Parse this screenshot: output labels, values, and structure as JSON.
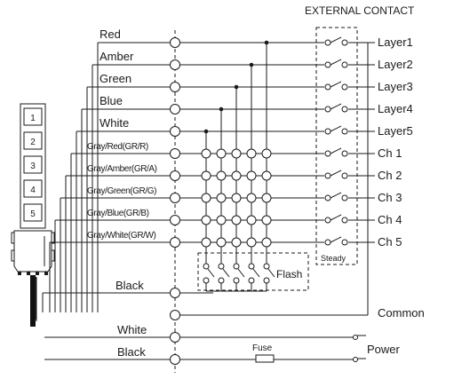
{
  "title": "EXTERNAL CONTACT",
  "wires": [
    {
      "label": "Red",
      "output": "Layer1"
    },
    {
      "label": "Amber",
      "output": "Layer2"
    },
    {
      "label": "Green",
      "output": "Layer3"
    },
    {
      "label": "Blue",
      "output": "Layer4"
    },
    {
      "label": "White",
      "output": "Layer5"
    },
    {
      "label": "Gray/Red(GR/R)",
      "output": "Ch 1"
    },
    {
      "label": "Gray/Amber(GR/A)",
      "output": "Ch 2"
    },
    {
      "label": "Gray/Green(GR/G)",
      "output": "Ch 3"
    },
    {
      "label": "Gray/Blue(GR/B)",
      "output": "Ch 4"
    },
    {
      "label": "Gray/White(GR/W)",
      "output": "Ch 5"
    }
  ],
  "black_label": "Black",
  "common_label": "Common",
  "power_wires": [
    "White",
    "Black"
  ],
  "power_label": "Power",
  "fuse_label": "Fuse",
  "flash_label": "Flash",
  "steady_label": "Steady",
  "tower_layers": [
    "1",
    "2",
    "3",
    "4",
    "5"
  ]
}
